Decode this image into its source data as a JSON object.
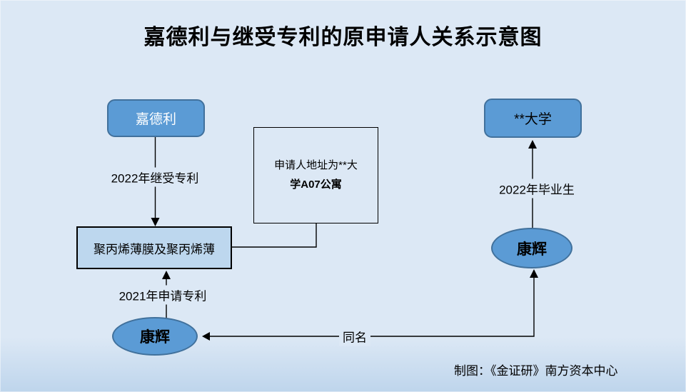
{
  "page": {
    "title": "嘉德利与继受专利的原申请人关系示意图",
    "caption": "制图：《金证研》南方资本中心"
  },
  "colors": {
    "background_top": "#dce8f5",
    "background_bottom": "#bed5ec",
    "node_fill": "#5b9bd5",
    "node_border": "#41719c",
    "rect_fill": "#bdd7ee",
    "line": "#000000",
    "title_text": "#000000",
    "jiadeli_text": "#ffffff"
  },
  "nodes": {
    "jiadeli": {
      "label": "嘉德利"
    },
    "patent": {
      "label": "聚丙烯薄膜及聚丙烯薄"
    },
    "address_note": {
      "line1": "申请人地址为**大",
      "line2": "学A07公寓"
    },
    "university": {
      "label": "**大学"
    },
    "kanghui_left": {
      "label": "康辉"
    },
    "kanghui_right": {
      "label": "康辉"
    }
  },
  "edges": {
    "succession": {
      "label": "2022年继受专利"
    },
    "application": {
      "label": "2021年申请专利"
    },
    "graduate": {
      "label": "2022年毕业生"
    },
    "same_name": {
      "label": "同名"
    }
  }
}
